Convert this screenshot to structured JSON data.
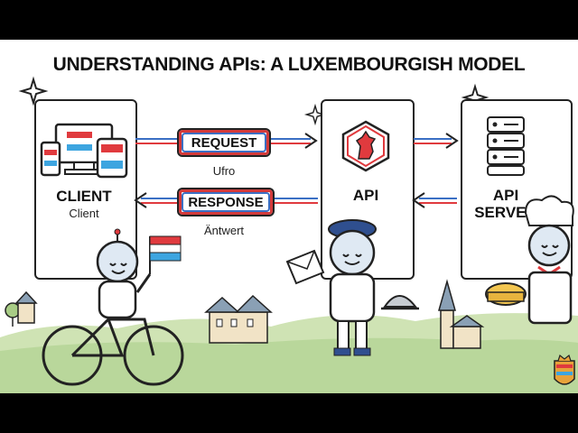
{
  "title": "UNDERSTANDING APIs: A LUXEMBOURGISH MODEL",
  "nodes": {
    "client": {
      "label": "CLIENT",
      "sublabel": "Client"
    },
    "api": {
      "label": "API"
    },
    "server": {
      "label_line1": "API",
      "label_line2": "SERVER"
    }
  },
  "edges": {
    "request": {
      "label": "REQUEST",
      "sublabel": "Ufro"
    },
    "response": {
      "label": "RESPONSE",
      "sublabel": "Äntwert"
    }
  },
  "colors": {
    "flag_red": "#e03a3e",
    "flag_white": "#ffffff",
    "flag_blue": "#3da5e0",
    "outline": "#222222",
    "hills": "#cfe3b4"
  }
}
